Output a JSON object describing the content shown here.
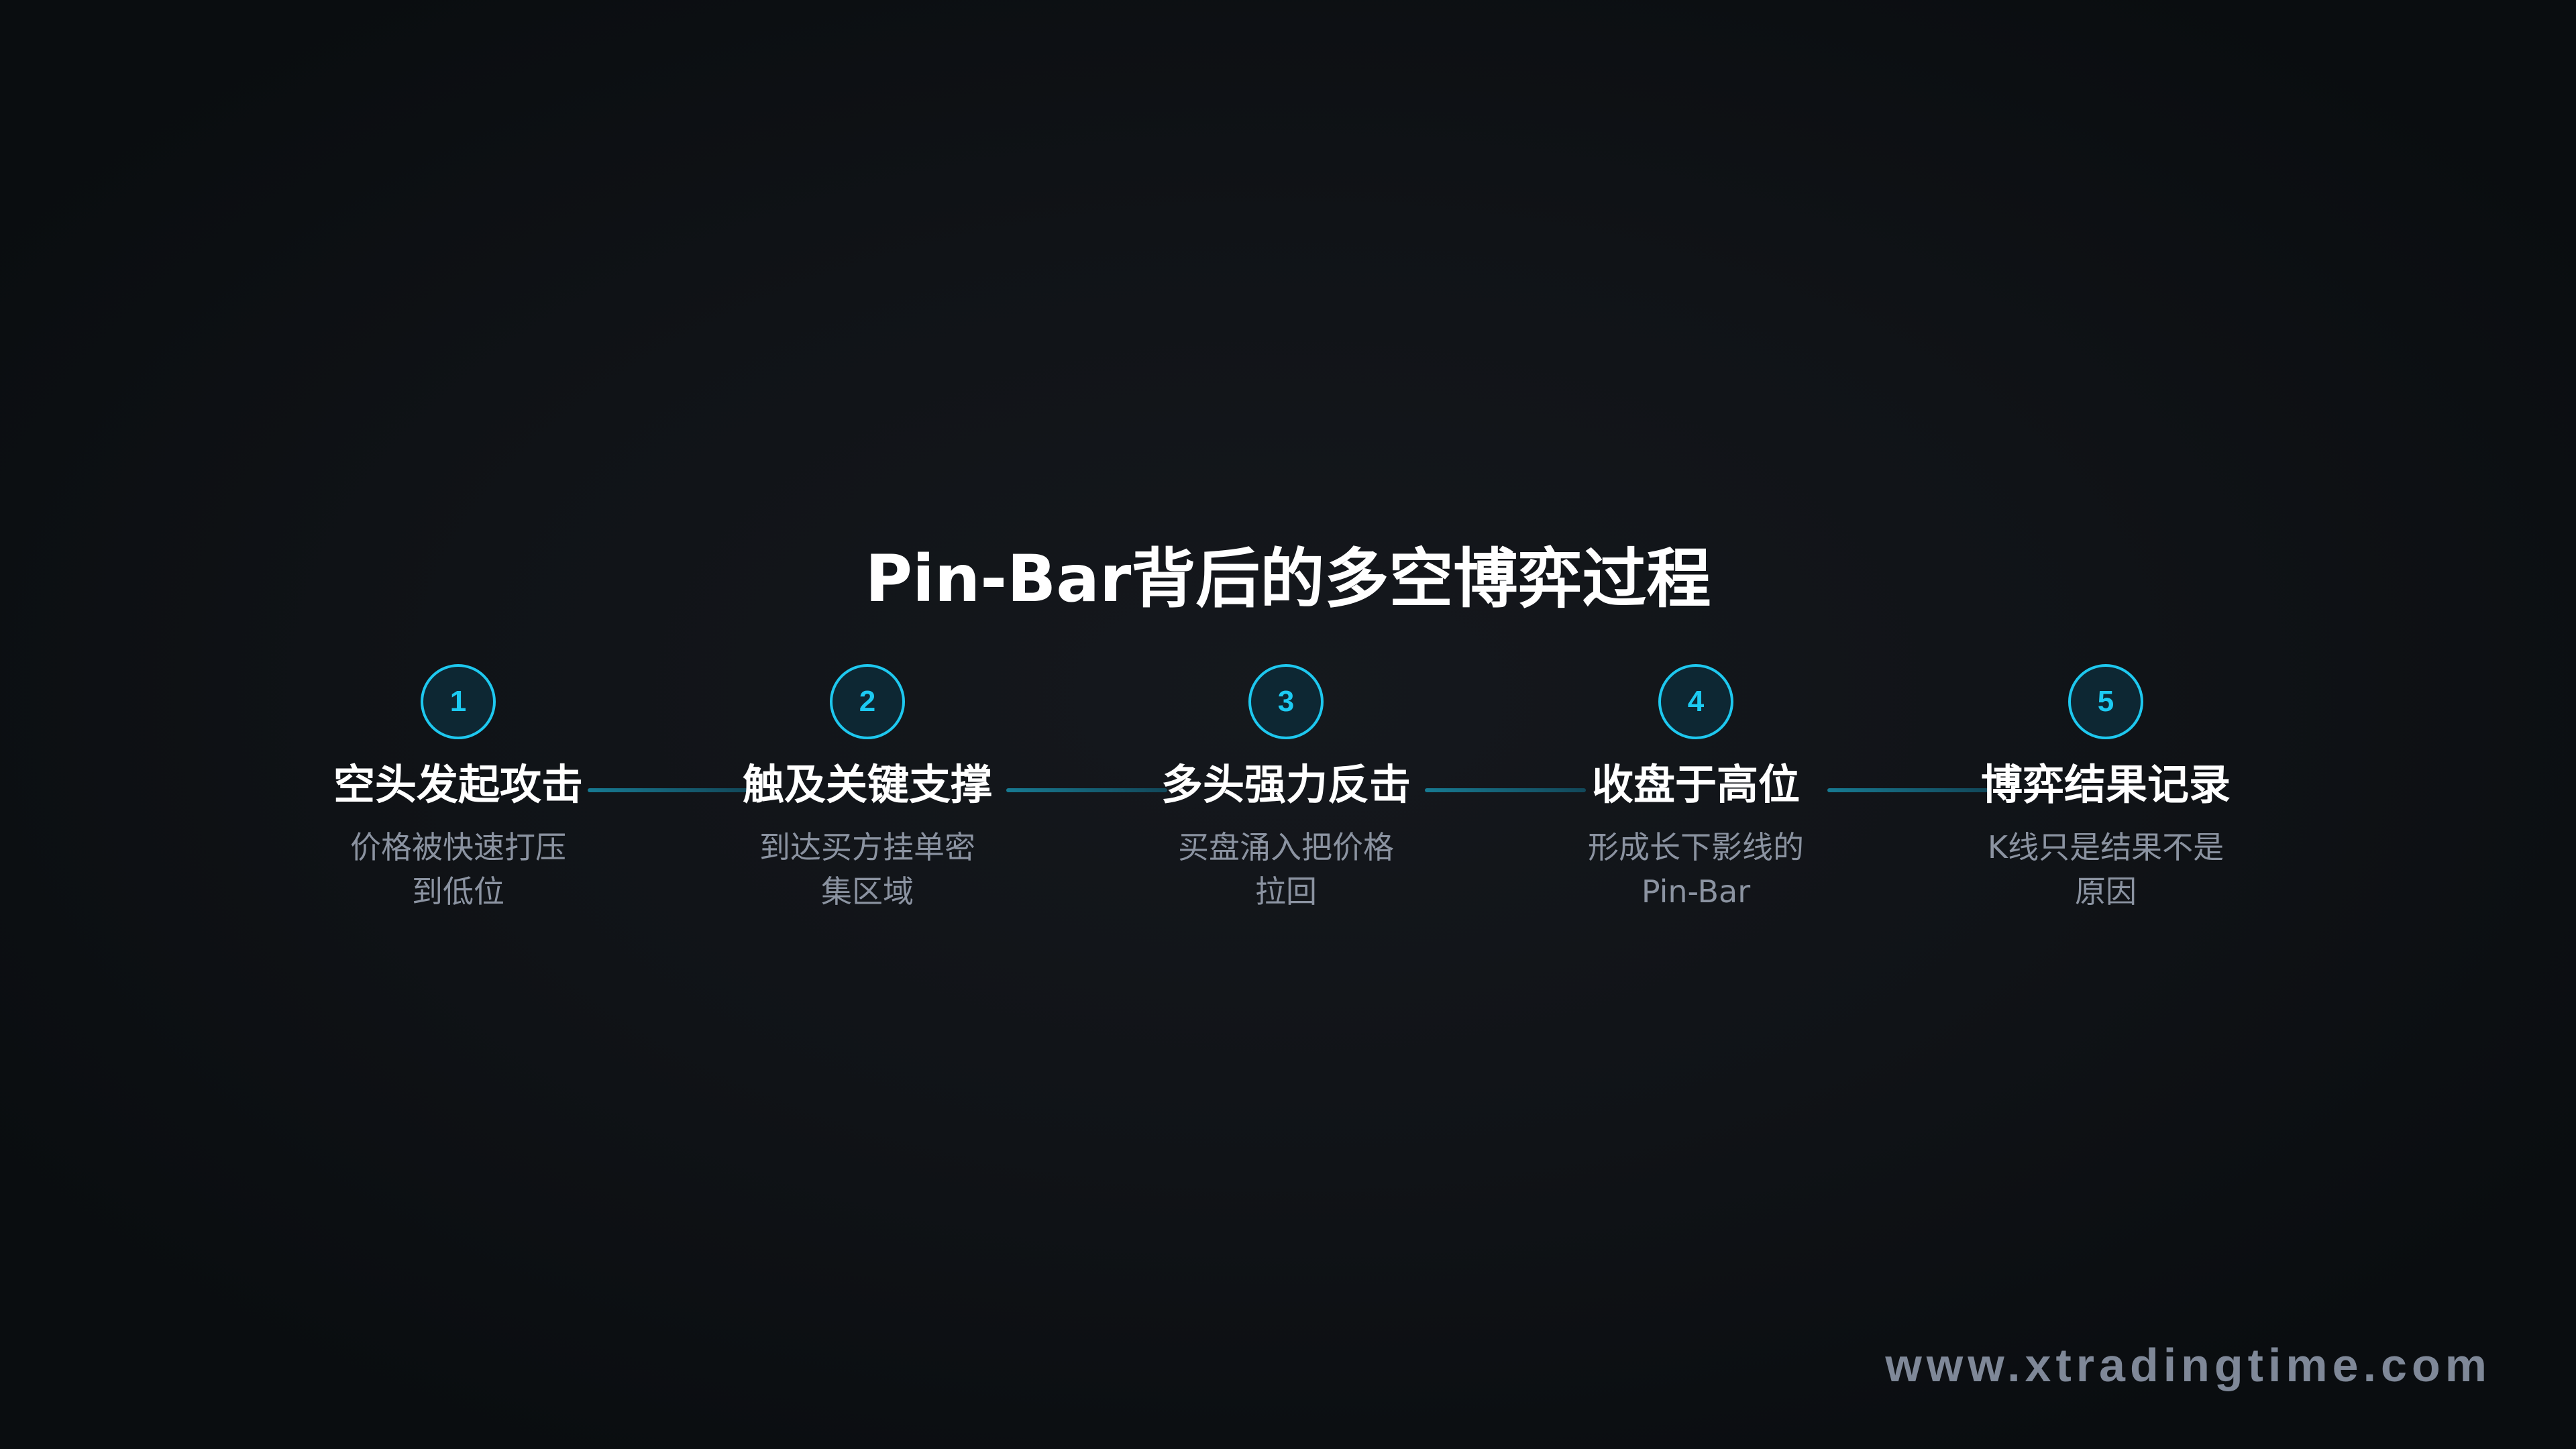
{
  "title": "Pin-Bar背后的多空博弈过程",
  "colors": {
    "accent": "#1ec8ef",
    "badge_fill": "#0d2733",
    "connector": "#177a92",
    "heading": "#ffffff",
    "description": "#8b93a1",
    "background": "#0a0d10"
  },
  "steps": [
    {
      "number": "1",
      "heading": "空头发起攻击",
      "description": "价格被快速打压到低位"
    },
    {
      "number": "2",
      "heading": "触及关键支撑",
      "description": "到达买方挂单密集区域"
    },
    {
      "number": "3",
      "heading": "多头强力反击",
      "description": "买盘涌入把价格拉回"
    },
    {
      "number": "4",
      "heading": "收盘于高位",
      "description": "形成长下影线的Pin-Bar"
    },
    {
      "number": "5",
      "heading": "博弈结果记录",
      "description": "K线只是结果不是原因"
    }
  ],
  "watermark": "www.xtradingtime.com"
}
